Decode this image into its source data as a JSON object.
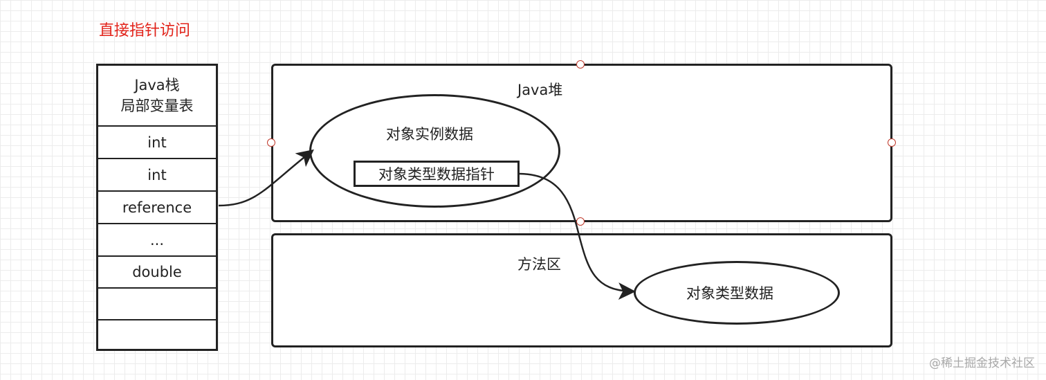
{
  "title": "直接指针访问",
  "stack": {
    "header_line1": "Java栈",
    "header_line2": "局部变量表",
    "cells": [
      "int",
      "int",
      "reference",
      "...",
      "double",
      "",
      ""
    ]
  },
  "heap": {
    "label": "Java堆",
    "instance_label": "对象实例数据",
    "type_pointer_label": "对象类型数据指针"
  },
  "method_area": {
    "label": "方法区",
    "type_data_label": "对象类型数据"
  },
  "watermark": "@稀土掘金技术社区"
}
